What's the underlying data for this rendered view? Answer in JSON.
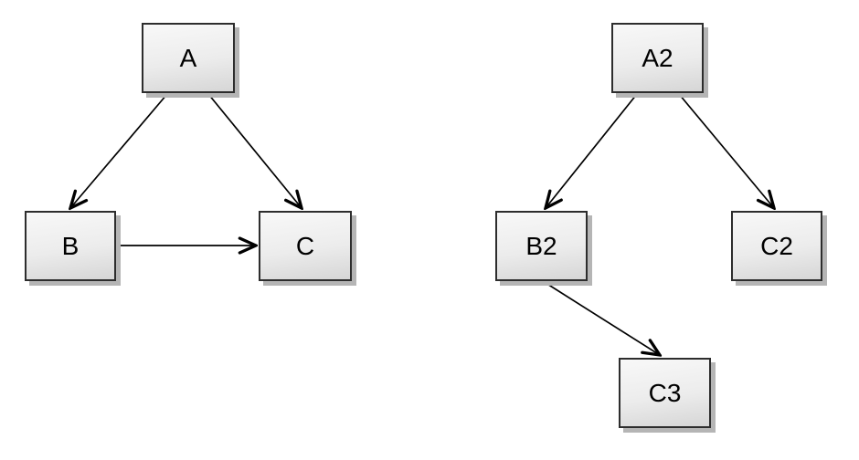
{
  "canvas": {
    "background_color": "#ffffff"
  },
  "style": {
    "node_fill_top": "#f8f8f8",
    "node_fill_bottom": "#d6d6d6",
    "node_border_color": "#2d2d2d",
    "node_shadow_color": "#b5b5b5",
    "edge_color": "#000000",
    "text_color": "#000000"
  },
  "left_graph": {
    "nodes": [
      {
        "id": "A",
        "label": "A"
      },
      {
        "id": "B",
        "label": "B"
      },
      {
        "id": "C",
        "label": "C"
      }
    ],
    "edges": [
      {
        "from": "A",
        "to": "B",
        "directed": true
      },
      {
        "from": "A",
        "to": "C",
        "directed": true
      },
      {
        "from": "B",
        "to": "C",
        "directed": true
      }
    ]
  },
  "right_graph": {
    "nodes": [
      {
        "id": "A2",
        "label": "A2"
      },
      {
        "id": "B2",
        "label": "B2"
      },
      {
        "id": "C2",
        "label": "C2"
      },
      {
        "id": "C3",
        "label": "C3"
      }
    ],
    "edges": [
      {
        "from": "A2",
        "to": "B2",
        "directed": true
      },
      {
        "from": "A2",
        "to": "C2",
        "directed": true
      },
      {
        "from": "B2",
        "to": "C3",
        "directed": true
      }
    ]
  }
}
